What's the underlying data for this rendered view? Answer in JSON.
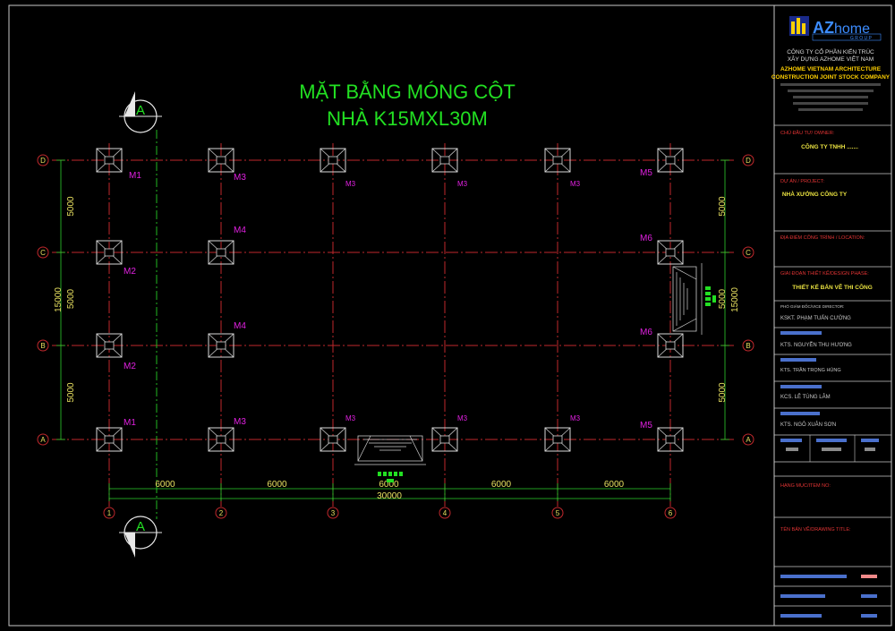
{
  "drawing": {
    "title_line1": "MẶT BẰNG MÓNG CỘT",
    "title_line2": "NHÀ K15MXL30M",
    "section_marker": "A",
    "row_axes": [
      "D",
      "C",
      "B",
      "A"
    ],
    "col_axes": [
      "1",
      "2",
      "3",
      "4",
      "5",
      "6"
    ],
    "footing_labels": [
      {
        "row": "D",
        "col": "1",
        "text": "M1"
      },
      {
        "row": "D",
        "col": "2",
        "text": "M3"
      },
      {
        "row": "D",
        "col": "3",
        "text": "M3"
      },
      {
        "row": "D",
        "col": "4",
        "text": "M3"
      },
      {
        "row": "D",
        "col": "5",
        "text": "M3"
      },
      {
        "row": "D",
        "col": "6",
        "text": "M5"
      },
      {
        "row": "C",
        "col": "1",
        "text": "M2"
      },
      {
        "row": "C",
        "col": "2",
        "text": "M4"
      },
      {
        "row": "C",
        "col": "6",
        "text": "M6"
      },
      {
        "row": "B",
        "col": "1",
        "text": "M2"
      },
      {
        "row": "B",
        "col": "2",
        "text": "M4"
      },
      {
        "row": "B",
        "col": "6",
        "text": "M6"
      },
      {
        "row": "A",
        "col": "1",
        "text": "M1"
      },
      {
        "row": "A",
        "col": "2",
        "text": "M3"
      },
      {
        "row": "A",
        "col": "3",
        "text": "M3"
      },
      {
        "row": "A",
        "col": "4",
        "text": "M3"
      },
      {
        "row": "A",
        "col": "5",
        "text": "M3"
      },
      {
        "row": "A",
        "col": "6",
        "text": "M5"
      }
    ],
    "dim_span_bottom": [
      "6000",
      "6000",
      "6000",
      "6000",
      "6000"
    ],
    "dim_total_bottom": "30000",
    "dim_span_side": [
      "5000",
      "5000",
      "5000"
    ],
    "dim_total_side": "15000"
  },
  "title_block": {
    "logo_text_az": "AZ",
    "logo_text_home": "home",
    "logo_group": "G R O U P",
    "company_vn_1": "CÔNG TY CỔ PHẦN KIẾN TRÚC",
    "company_vn_2": "XÂY DỰNG AZHOME VIỆT NAM",
    "company_en_1": "AZHOME VIETNAM ARCHITECTURE",
    "company_en_2": "CONSTRUCTION JOINT STOCK COMPANY",
    "owner_label": "CHỦ ĐẦU TƯ/ OWNER:",
    "owner_value": "CÔNG TY TNHH .......",
    "project_label": "DỰ ÁN / PROJECT:",
    "project_value": "NHÀ XƯỞNG CÔNG TY",
    "location_label": "ĐỊA ĐIỂM CÔNG TRÌNH / LOCATION:",
    "phase_label": "GIAI ĐOẠN THIẾT KẾ/DESIGN PHASE:",
    "phase_value": "THIẾT KẾ BẢN VẼ THI CÔNG",
    "director_label": "PHÓ GIÁM ĐỐC/VICE DIRECTOR:",
    "persons": [
      "KSKT. PHẠM TUẤN CƯỜNG",
      "KTS. NGUYỄN THU HƯƠNG",
      "KTS. TRẦN TRỌNG HÙNG",
      "KCS. LÊ TÙNG LÂM",
      "KTS. NGÔ XUÂN SƠN"
    ],
    "item_label": "HẠNG MỤC/ITEM NO:",
    "drawing_title_label": "TÊN BẢN VẼ/DRAWING TITLE:"
  },
  "colors": {
    "axis_red": "#c0282c",
    "axis_green": "#22b822",
    "axis_yellow": "#d8d060",
    "footing_white": "#d8d8d8",
    "label_magenta": "#e020e0",
    "title_green": "#22e022",
    "dim_green": "#2ccf2c",
    "dim_yellow": "#e8e060",
    "frame": "#c8c8c8",
    "tb_red": "#e23434",
    "tb_blue": "#5c8cff",
    "tb_yellow": "#e8e040",
    "tb_gray": "#8a8a8a"
  }
}
